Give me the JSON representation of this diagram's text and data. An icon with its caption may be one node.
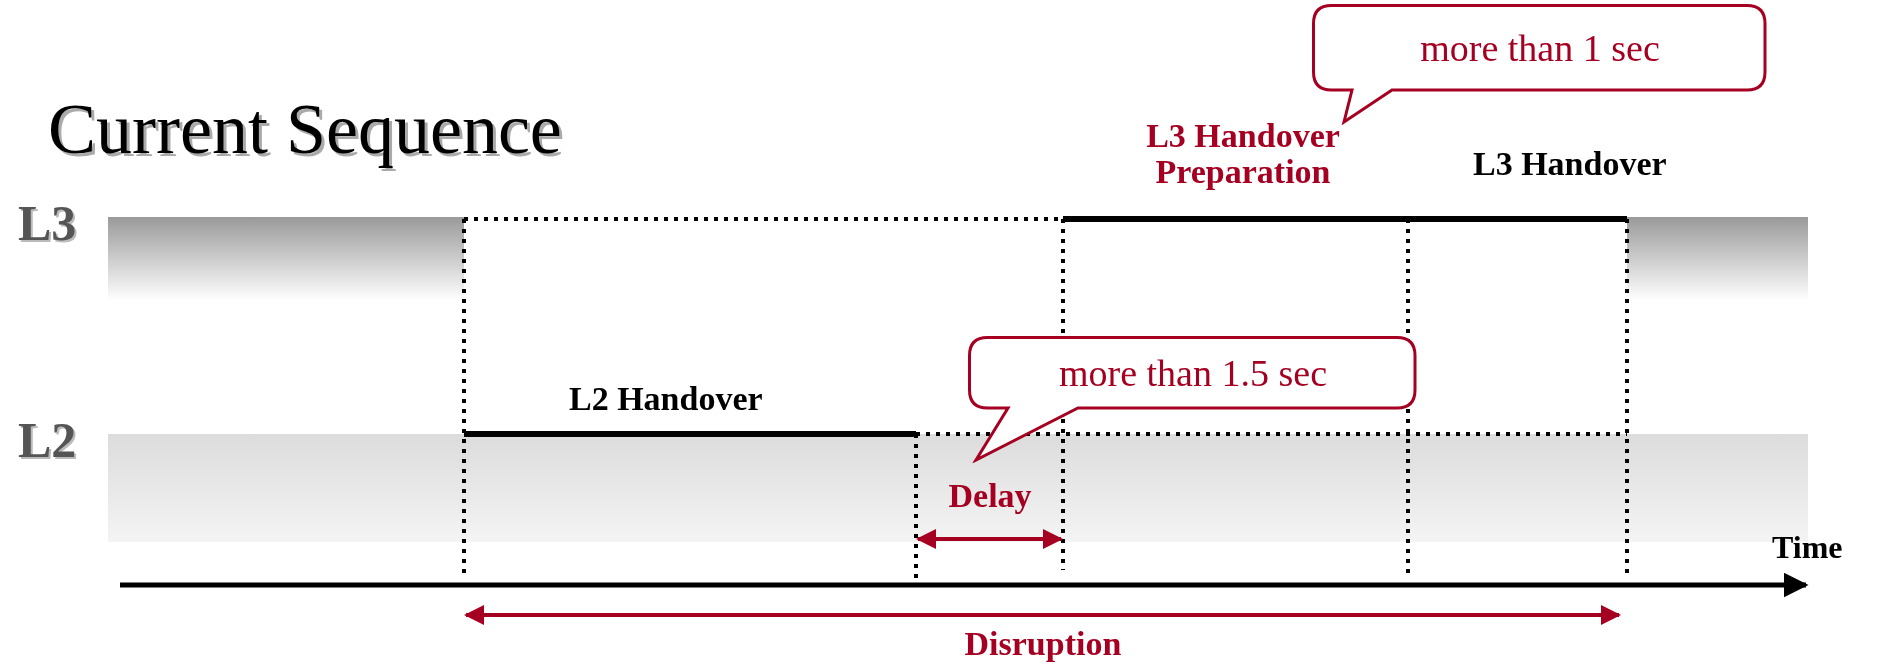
{
  "diagram": {
    "title": "Current Sequence",
    "nodes": [
      {
        "text": [
          "more than 1 sec"
        ]
      },
      {
        "text": [
          "more than 1.5 sec"
        ]
      }
    ],
    "labels": [
      "L3",
      "L3 Handover Preparation",
      "L3 Handover",
      "L2 Handover",
      "L2",
      "Delay",
      "Time",
      "Disruption"
    ]
  }
}
